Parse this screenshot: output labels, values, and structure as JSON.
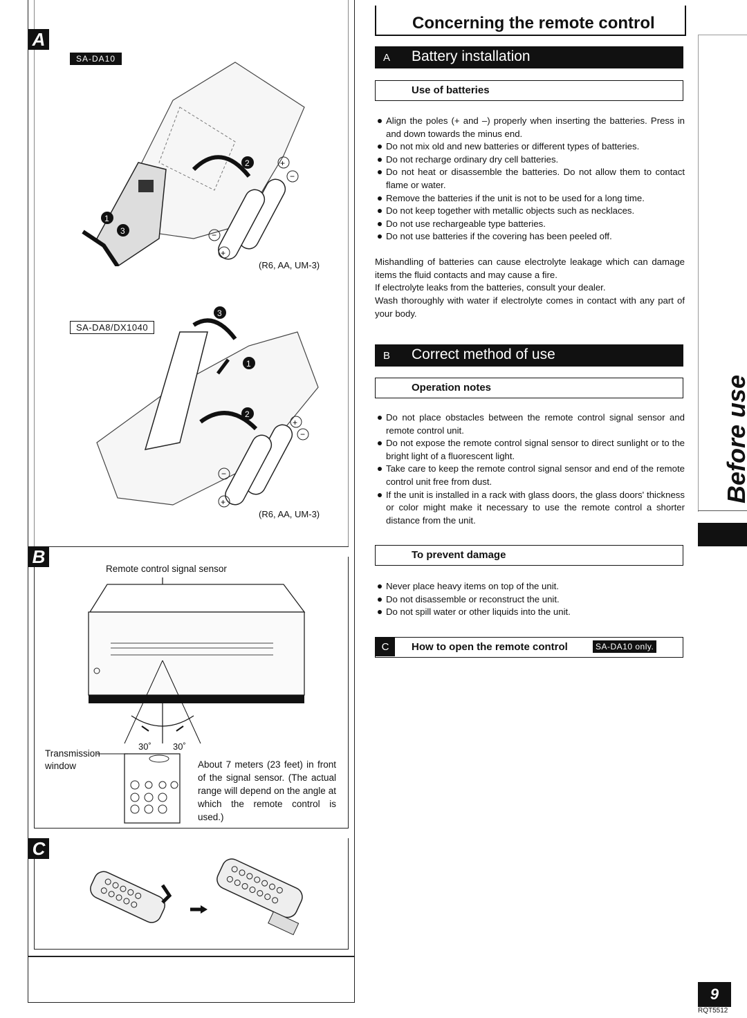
{
  "left_panel": {
    "section_a": {
      "letter": "A",
      "model_top": "SA-DA10",
      "model_bottom": "SA-DA8/DX1040",
      "caption_top": "(R6, AA, UM-3)",
      "caption_bottom": "(R6, AA, UM-3)"
    },
    "section_b": {
      "letter": "B",
      "sensor_label": "Remote control signal sensor",
      "angle_left": "30˚",
      "angle_right": "30˚",
      "transmission_label": "Transmission",
      "window_label": "window",
      "range_text": "About 7 meters (23 feet) in front of the signal sensor. (The actual range will depend on the angle at which the remote control is used.)"
    },
    "section_c": {
      "letter": "C"
    }
  },
  "main": {
    "title": "Concerning the remote control",
    "section_a": {
      "letter": "A",
      "heading": "Battery installation",
      "subheading": "Use of batteries",
      "bullets": [
        "Align the poles (+ and –) properly when inserting the batteries. Press in and down towards the minus end.",
        "Do not mix old and new batteries or different types of batteries.",
        "Do not recharge ordinary dry cell batteries.",
        "Do not heat or disassemble the batteries. Do not allow them to contact flame or water.",
        "Remove the batteries if the unit is not to be used for a long time.",
        "Do not keep together with metallic objects such as necklaces.",
        "Do not use rechargeable type batteries.",
        "Do not use batteries if the covering has been peeled off."
      ],
      "warning_1": "Mishandling of batteries can cause electrolyte leakage which can damage items the fluid contacts and may cause a fire.",
      "warning_2": "If electrolyte leaks from the batteries, consult your dealer.",
      "warning_3": "Wash thoroughly with water if electrolyte comes in contact with any part of your body."
    },
    "section_b": {
      "letter": "B",
      "heading": "Correct method of use",
      "subheading": "Operation notes",
      "bullets": [
        "Do not place obstacles between the remote control signal sensor and remote control unit.",
        "Do not expose the remote control signal sensor to direct sunlight or to the bright light of a fluorescent light.",
        "Take care to keep the remote control signal sensor and end of the remote control unit free from dust.",
        "If the unit is installed in a rack with glass doors, the glass doors' thickness or color might make it necessary to use the remote control a shorter distance from the unit."
      ],
      "subheading_2": "To prevent damage",
      "bullets_2": [
        "Never place heavy items on top of the unit.",
        "Do not disassemble or reconstruct the unit.",
        "Do not spill water or other liquids into the unit."
      ]
    },
    "section_c": {
      "letter": "C",
      "heading": "How to open the remote control",
      "tag": "SA-DA10 only."
    }
  },
  "side": {
    "tab_label": "Before use",
    "page_number": "9",
    "doc_code": "RQT5512"
  }
}
